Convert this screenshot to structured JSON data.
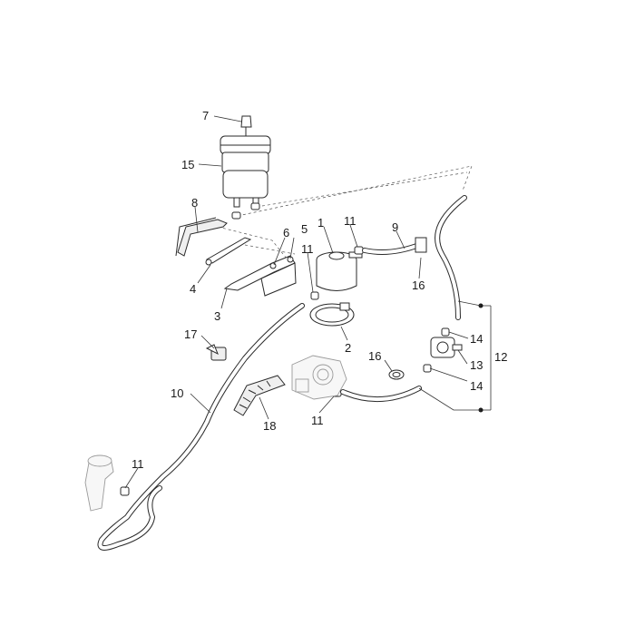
{
  "callouts": {
    "c1": "1",
    "c2": "2",
    "c3": "3",
    "c4": "4",
    "c5": "5",
    "c6": "6",
    "c7": "7",
    "c8": "8",
    "c9": "9",
    "c10": "10",
    "c11a": "11",
    "c11b": "11",
    "c11c": "11",
    "c11d": "11",
    "c12": "12",
    "c13": "13",
    "c14a": "14",
    "c14b": "14",
    "c15": "15",
    "c16a": "16",
    "c16b": "16",
    "c17": "17",
    "c18": "18"
  },
  "icons": {
    "canister": "carbon-canister-icon",
    "filter": "fuel-filter-icon",
    "throttle": "throttle-body-icon",
    "valve": "purge-valve-icon"
  }
}
